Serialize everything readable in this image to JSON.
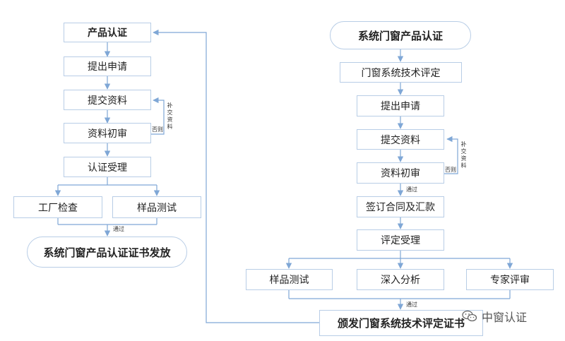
{
  "left_flow": {
    "start": "产品认证",
    "apply": "提出申请",
    "submit": "提交资料",
    "review": "资料初审",
    "accept": "认证受理",
    "factory_check": "工厂检查",
    "sample_test": "样品测试",
    "issue": "系统门窗产品认证证书发放",
    "supplement": "补交资料",
    "reject": "否则",
    "pass": "通过"
  },
  "right_flow": {
    "start": "系统门窗产品认证",
    "evaluation": "门窗系统技术评定",
    "apply": "提出申请",
    "submit": "提交资料",
    "review": "资料初审",
    "contract": "签订合同及汇款",
    "accept": "评定受理",
    "sample_test": "样品测试",
    "analysis": "深入分析",
    "expert_review": "专家评审",
    "issue": "颁发门窗系统技术评定证书",
    "supplement": "补交资料",
    "reject": "否则",
    "pass_1": "通过",
    "pass_2": "通过"
  },
  "watermark": {
    "text": "中窗认证",
    "icon": "wechat-icon"
  },
  "colors": {
    "line": "#7fa7d6",
    "border": "#b8cde6"
  }
}
